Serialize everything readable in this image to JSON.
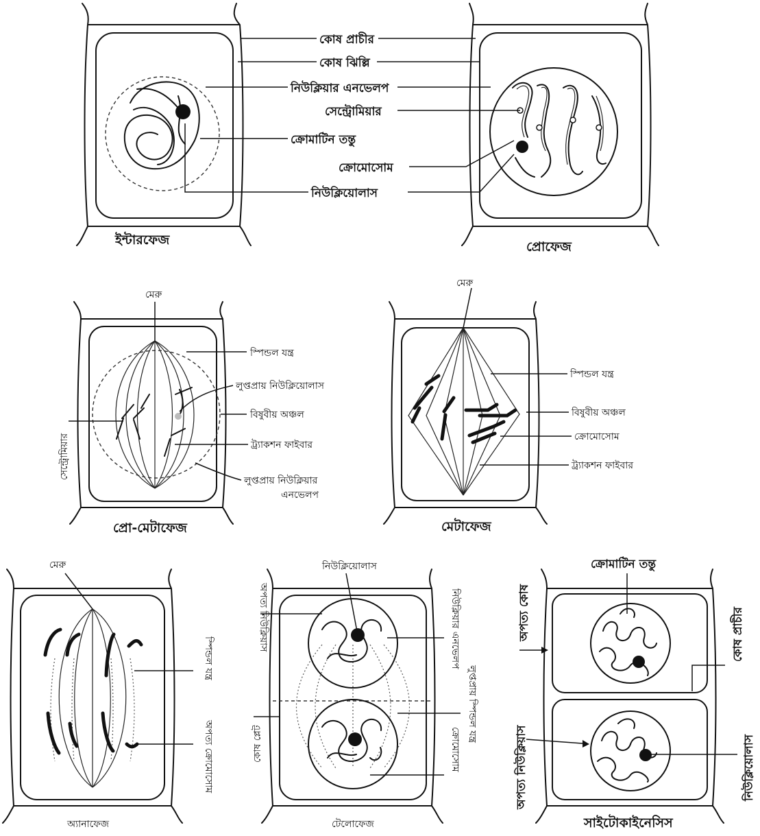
{
  "interphase": {
    "title": "ইন্টারফেজ",
    "labels": {
      "cell_wall": "কোষ প্রাচীর",
      "cell_membrane": "কোষ ঝিল্লি",
      "nuclear_envelope": "নিউক্লিয়ার এনভেলপ",
      "centromere": "সেন্ট্রোমিয়ার",
      "chromatin": "ক্রোমাটিন তন্তু",
      "chromosome": "ক্রোমোসোম",
      "nucleolus": "নিউক্লিয়োলাস"
    }
  },
  "prophase": {
    "title": "প্রোফেজ"
  },
  "prometaphase": {
    "title": "প্রো-মেটাফেজ",
    "labels": {
      "pole": "মেরু",
      "spindle": "স্পিন্ডল যন্ত্র",
      "nucleolus_vanishing": "লুপ্তপ্রায় নিউক্লিয়োলাস",
      "centromere": "সেন্ট্রোমিয়ার",
      "equatorial": "বিষুবীয় অঞ্চল",
      "traction": "ট্র্যাকশন ফাইবার",
      "envelope_vanishing_1": "লুপ্তপ্রায় নিউক্লিয়ার",
      "envelope_vanishing_2": "এনভেলপ"
    }
  },
  "metaphase": {
    "title": "মেটাফেজ",
    "labels": {
      "pole": "মেরু",
      "spindle": "স্পিন্ডল যন্ত্র",
      "equatorial": "বিষুবীয় অঞ্চল",
      "chromosome": "ক্রোমোসোম",
      "traction": "ট্র্যাকশন ফাইবার"
    }
  },
  "anaphase": {
    "title": "অ্যানাফেজ",
    "labels": {
      "pole": "মেরু",
      "spindle": "স্পিন্ডল যন্ত্র",
      "daughter_chromosome": "অপত্য ক্রোমোসোম"
    }
  },
  "telophase": {
    "title": "টেলোফেজ",
    "labels": {
      "nucleolus": "নিউক্লিয়োলাস",
      "daughter_nucleus": "অপত্য নিউক্লিয়াস",
      "nuclear_envelope": "নিউক্লিয়ার এনভেলপ",
      "spindle_vanishing": "লুপ্তপ্রায় স্পিন্ডল যন্ত্র",
      "cell_plate": "কোষ প্লেট",
      "chromosome": "ক্রোমোসোম"
    }
  },
  "cytokinesis": {
    "title": "সাইটোকাইনেসিস",
    "labels": {
      "chromatin": "ক্রোমাটিন তন্তু",
      "daughter_cell": "অপত্য কোষ",
      "cell_wall": "কোষ প্রাচীর",
      "daughter_nucleus": "অপত্য নিউক্লিয়াস",
      "nucleolus": "নিউক্লিয়োলাস"
    }
  }
}
